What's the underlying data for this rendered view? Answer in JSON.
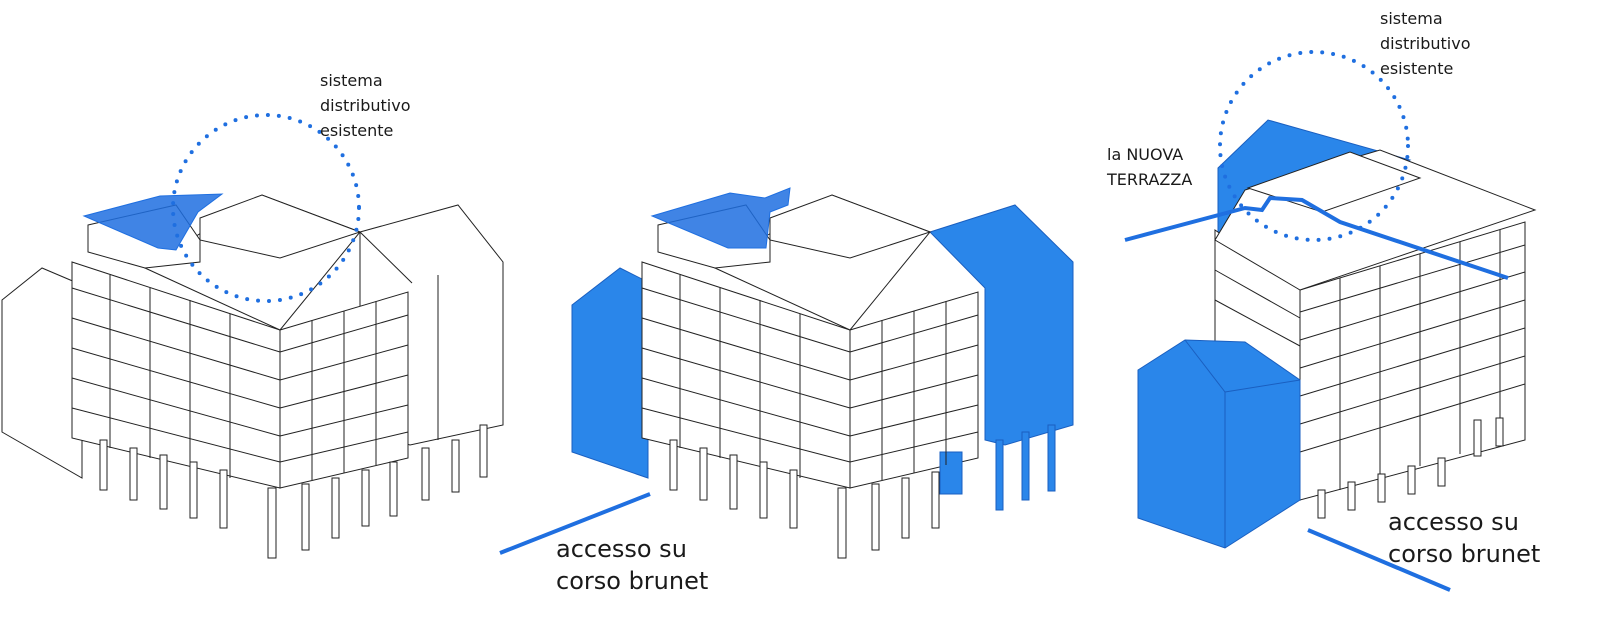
{
  "colors": {
    "accent": "#1f6fe0",
    "accent_fill": "#2a86ea",
    "accent_light": "#4d8ff2",
    "line": "#222222",
    "background": "#ffffff"
  },
  "left": {
    "label_lines": [
      "sistema",
      "distributivo",
      "esistente"
    ]
  },
  "middle": {
    "label_lines": [
      "accesso su",
      "corso brunet"
    ]
  },
  "right": {
    "top_label_lines": [
      "sistema",
      "distributivo",
      "esistente"
    ],
    "terrace_label_lines": [
      "la NUOVA",
      "TERRAZZA"
    ],
    "access_label_lines": [
      "accesso su",
      "corso brunet"
    ]
  }
}
